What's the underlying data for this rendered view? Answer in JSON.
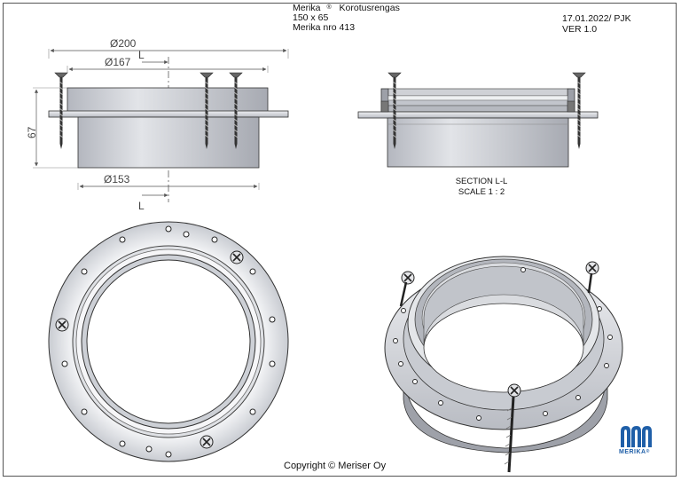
{
  "title": {
    "brand": "Merika",
    "reg": "®",
    "product": "Korotusrengas",
    "size": "150 x 65",
    "nro": "Merika nro 413"
  },
  "meta": {
    "date": "17.01.2022/ PJK",
    "version": "VER 1.0"
  },
  "dims": {
    "d200": "Ø200",
    "d167": "Ø167",
    "d153": "Ø153",
    "h67": "67",
    "cut": "L"
  },
  "section": {
    "title": "SECTION L-L",
    "scale": "SCALE 1 : 2"
  },
  "footer": {
    "copyright": "Copyright © Meriser Oy"
  },
  "logo": {
    "text": "MERIKA",
    "reg": "®",
    "color": "#1f5fa8"
  },
  "colors": {
    "part_fill": "#d3d5db",
    "part_dark": "#a9acb4",
    "flange": "#e9eaee",
    "line": "#333333"
  }
}
